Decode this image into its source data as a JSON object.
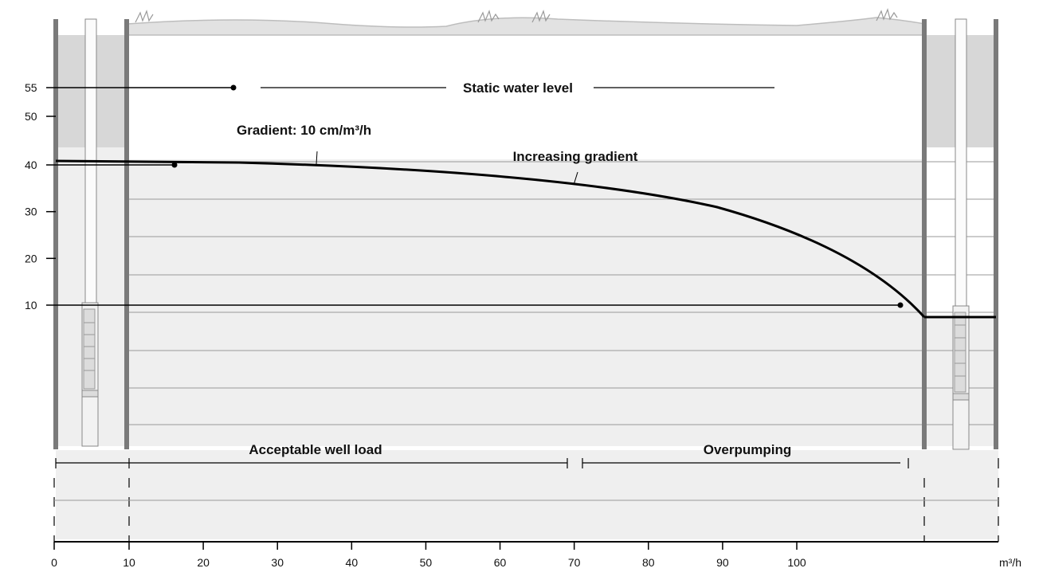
{
  "diagram": {
    "y_axis": {
      "ticks": [
        {
          "value": 55,
          "label": "55"
        },
        {
          "value": 50,
          "label": "50"
        },
        {
          "value": 40,
          "label": "40"
        },
        {
          "value": 30,
          "label": "30"
        },
        {
          "value": 20,
          "label": "20"
        },
        {
          "value": 10,
          "label": "10"
        }
      ]
    },
    "x_axis": {
      "ticks": [
        {
          "value": 0,
          "label": "0"
        },
        {
          "value": 10,
          "label": "10"
        },
        {
          "value": 20,
          "label": "20"
        },
        {
          "value": 30,
          "label": "30"
        },
        {
          "value": 40,
          "label": "40"
        },
        {
          "value": 50,
          "label": "50"
        },
        {
          "value": 60,
          "label": "60"
        },
        {
          "value": 70,
          "label": "70"
        },
        {
          "value": 80,
          "label": "80"
        },
        {
          "value": 90,
          "label": "90"
        },
        {
          "value": 100,
          "label": "100"
        }
      ],
      "unit": "m³/h"
    },
    "labels": {
      "static_water_level": "Static water level",
      "gradient": "Gradient: 10 cm/m³/h",
      "increasing_gradient": "Increasing gradient",
      "acceptable_load": "Acceptable well load",
      "overpumping": "Overpumping"
    },
    "acceptable_load_range": [
      0,
      70
    ],
    "overpumping_range": [
      70,
      115
    ],
    "colors": {
      "soil": "#d7d7d7",
      "water": "#efefef",
      "casing": "#7a7a7a",
      "curve": "#000000",
      "grid": "#9a9a9a"
    }
  }
}
